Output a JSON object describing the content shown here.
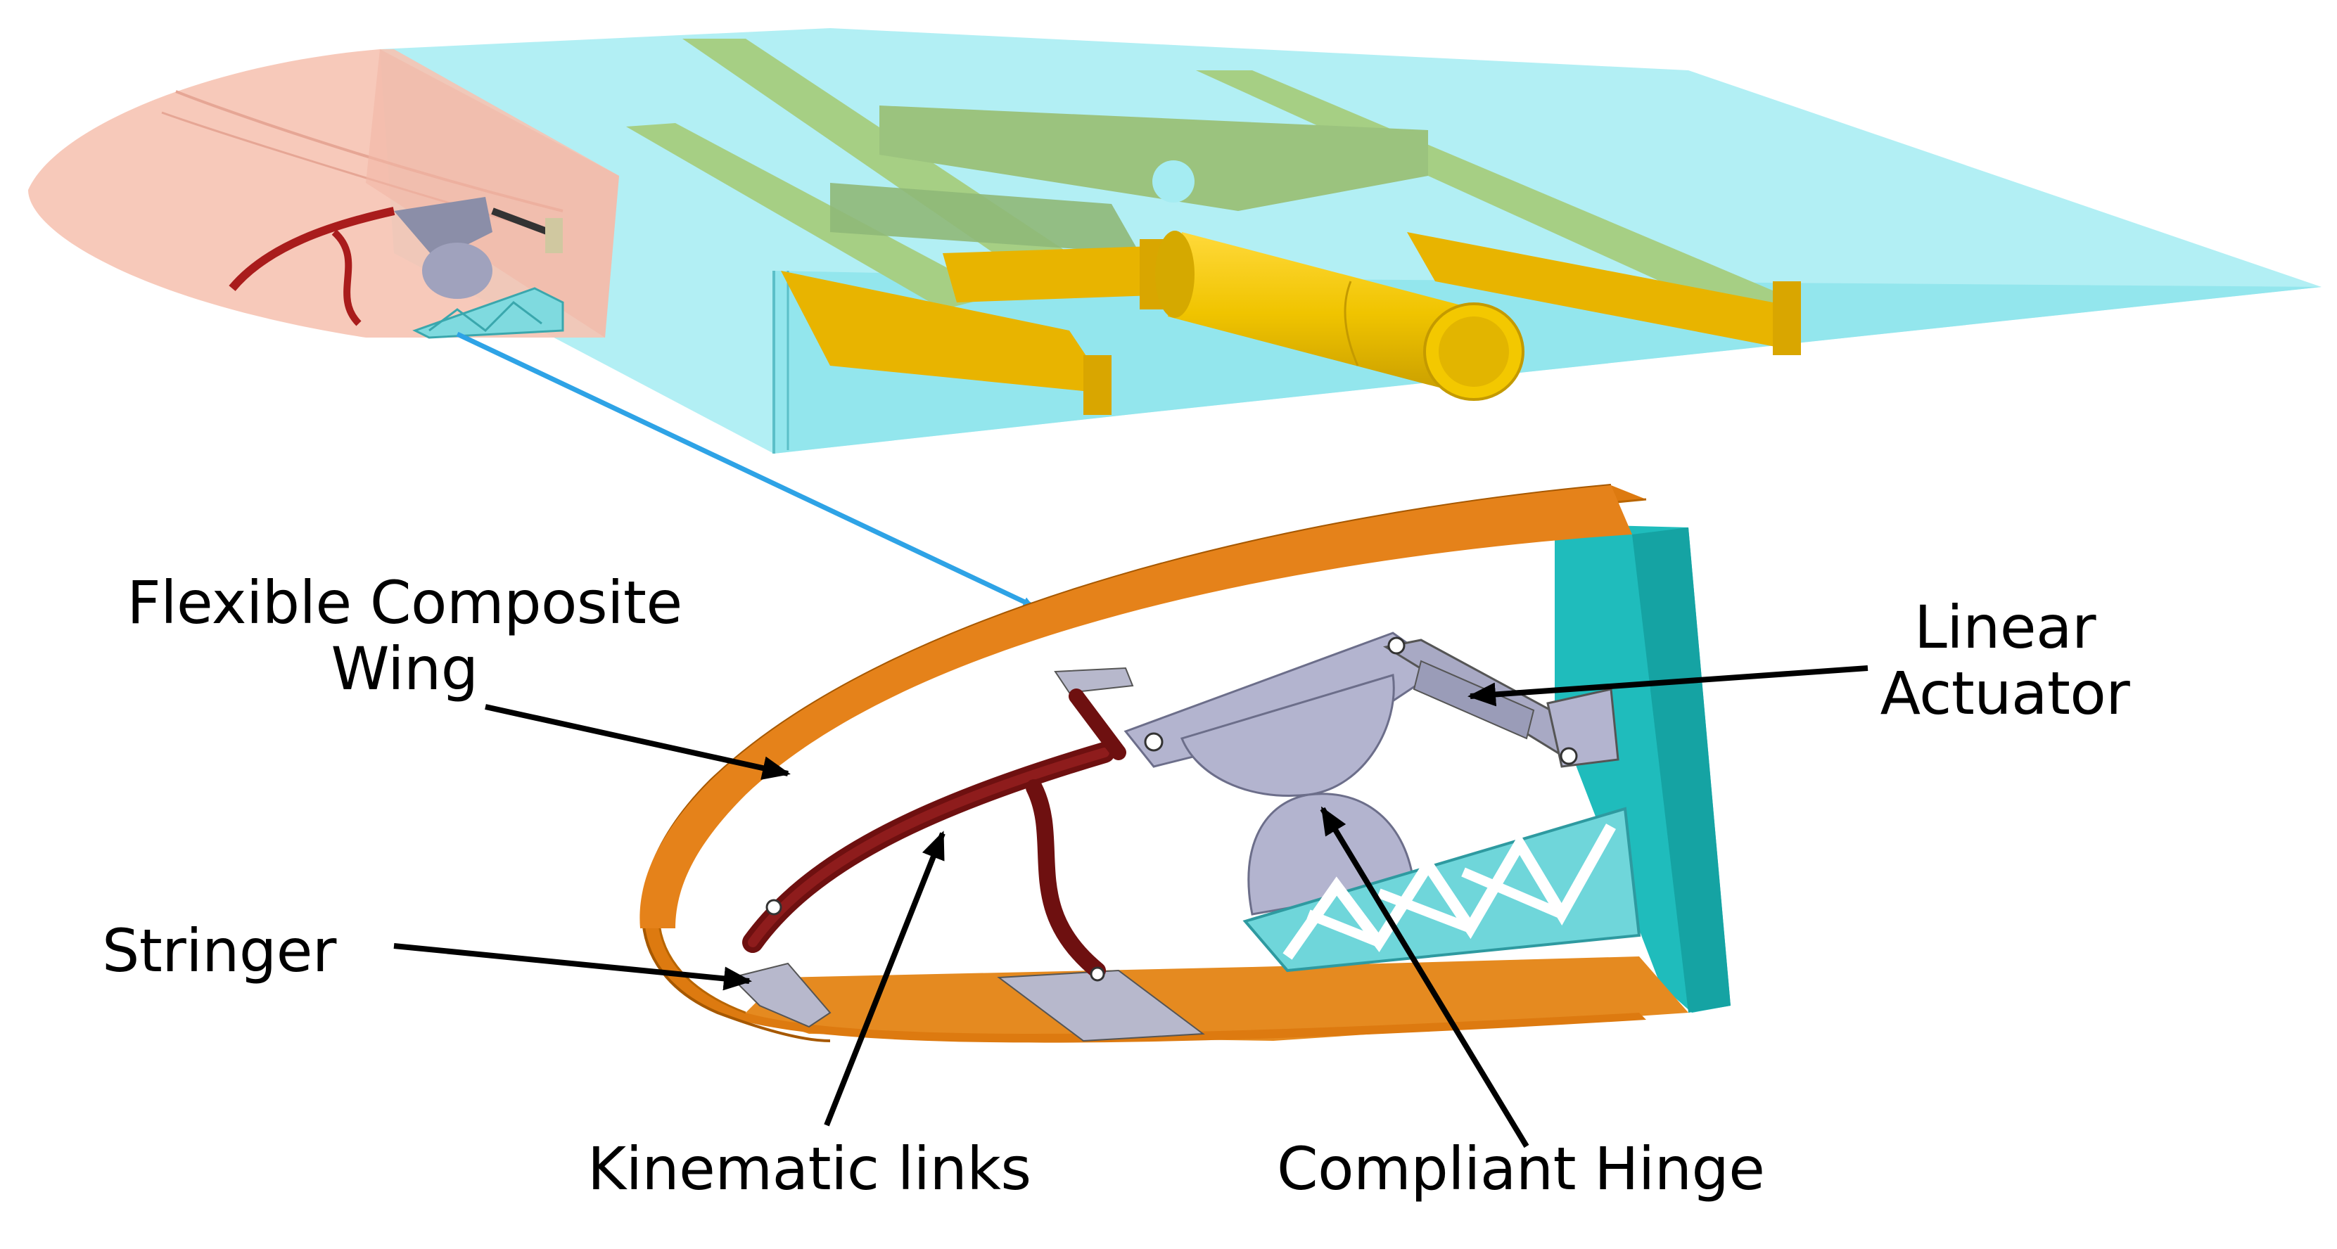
{
  "labels": {
    "flexible_wing": [
      "Flexible Composite",
      "Wing"
    ],
    "linear_actuator": [
      "Linear",
      "Actuator"
    ],
    "stringer": "Stringer",
    "kinematic_links": "Kinematic links",
    "compliant_hinge": "Compliant Hinge"
  },
  "colors": {
    "wing_box": "#9eecf2",
    "leading_edge_skin": "#f6c3b3",
    "spar": "#e8b400",
    "rib_green": "#a6cf84",
    "tube": "#f0c400",
    "skin_orange": "#dd7a10",
    "spar_teal": "#20c0c0",
    "link_red": "#6e1010",
    "hinge_grey": "#b3b4cf",
    "lattice_teal": "#6fd6da",
    "arrow_blue": "#2ea3e6",
    "pointer": "#000000"
  },
  "icons": [
    "wing-assembly-render",
    "leading-edge-section-render"
  ]
}
